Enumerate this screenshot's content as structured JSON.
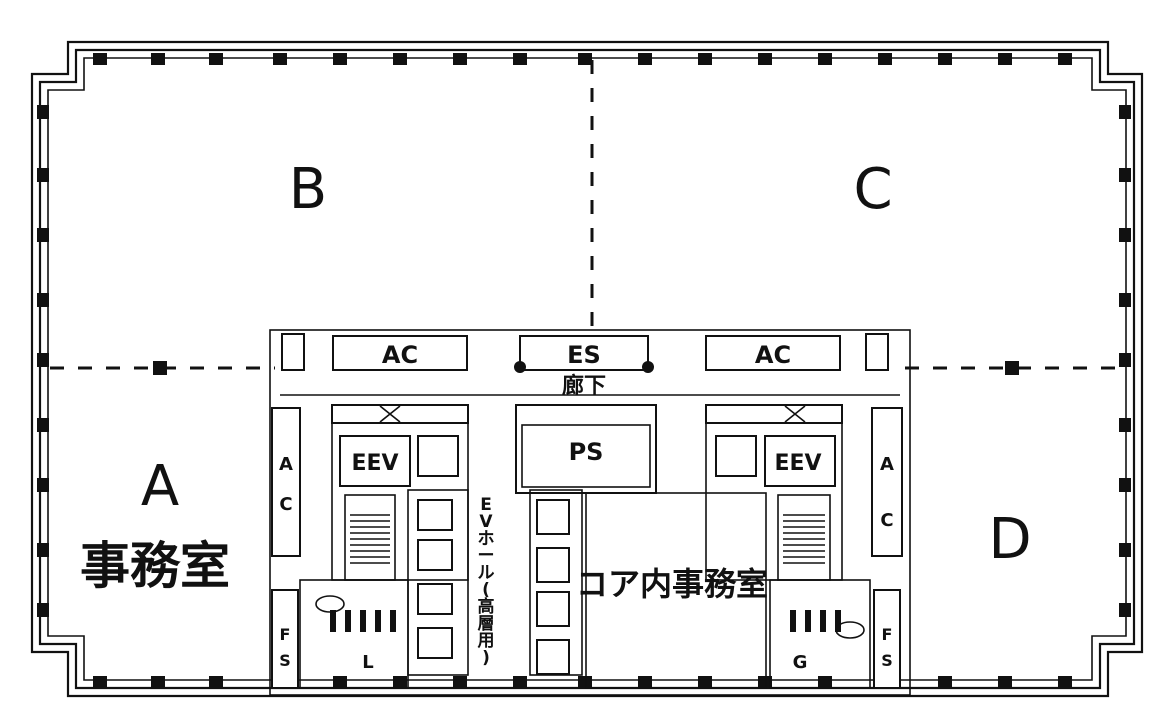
{
  "zones": {
    "a": "A",
    "a_sub": "事務室",
    "b": "B",
    "c": "C",
    "d": "D",
    "core_office": "コア内事務室"
  },
  "core": {
    "ac_left": "AC",
    "es": "ES",
    "ac_right": "AC",
    "corridor": "廊下",
    "ps": "PS",
    "eev_left": "EEV",
    "eev_right": "EEV",
    "ev_hall": [
      "E",
      "V",
      "ホ",
      "ー",
      "ル",
      "(",
      "高",
      "層",
      "用",
      ")"
    ],
    "vac_left": [
      "A",
      "C"
    ],
    "vac_right": [
      "A",
      "C"
    ],
    "fs_left": [
      "F",
      "S"
    ],
    "fs_right": [
      "F",
      "S"
    ],
    "l": "L",
    "g": "G"
  }
}
